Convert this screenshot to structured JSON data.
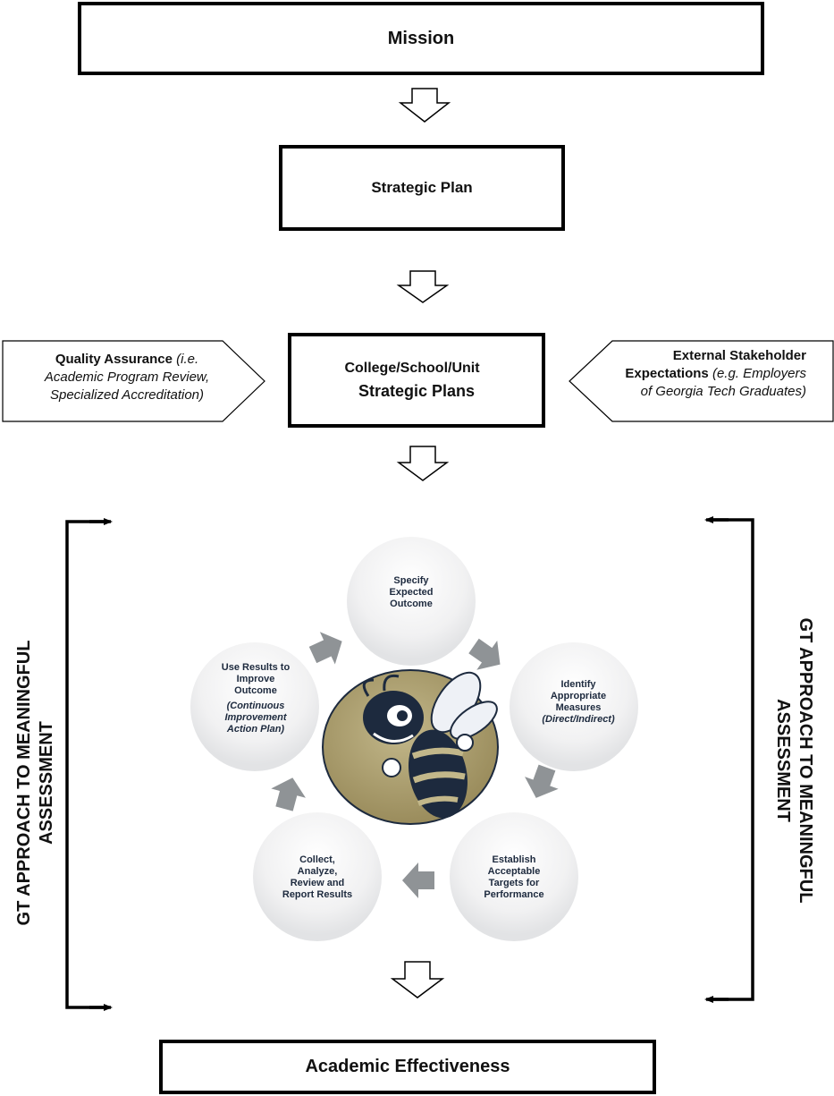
{
  "mission": "Mission",
  "strategic_plan": "Strategic Plan",
  "unit_plans": {
    "line1": "College/School/Unit",
    "line2": "Strategic Plans"
  },
  "quality_assurance": {
    "bold": "Quality Assurance",
    "italic1": " (i.e.",
    "line2": "Academic Program Review,",
    "line3": "Specialized Accreditation)"
  },
  "external_stakeholder": {
    "line1": "External Stakeholder",
    "bold2": "Expectations",
    "italic2": " (e.g. Employers",
    "line3": "of Georgia Tech Graduates)"
  },
  "side_label": {
    "line1": "GT APPROACH TO MEANINGFUL",
    "line2": "ASSESSMENT"
  },
  "cycle": {
    "step1": {
      "l1": "Specify",
      "l2": "Expected",
      "l3": "Outcome"
    },
    "step2": {
      "l1": "Identify",
      "l2": "Appropriate",
      "l3": "Measures",
      "l4": "(Direct/Indirect)"
    },
    "step3": {
      "l1": "Establish",
      "l2": "Acceptable",
      "l3": "Targets for",
      "l4": "Performance"
    },
    "step4": {
      "l1": "Collect,",
      "l2": "Analyze,",
      "l3": "Review and",
      "l4": "Report Results"
    },
    "step5": {
      "l1": "Use Results to",
      "l2": "Improve",
      "l3": "Outcome",
      "l4": "(Continuous",
      "l5": "Improvement",
      "l6": "Action Plan)"
    }
  },
  "center_logo": "yellow-jacket-mascot-icon",
  "academic_effectiveness": "Academic Effectiveness",
  "colors": {
    "logo_gold": "#a89a6b",
    "navy": "#1d2a3e",
    "arrow_gray": "#8f9396"
  }
}
